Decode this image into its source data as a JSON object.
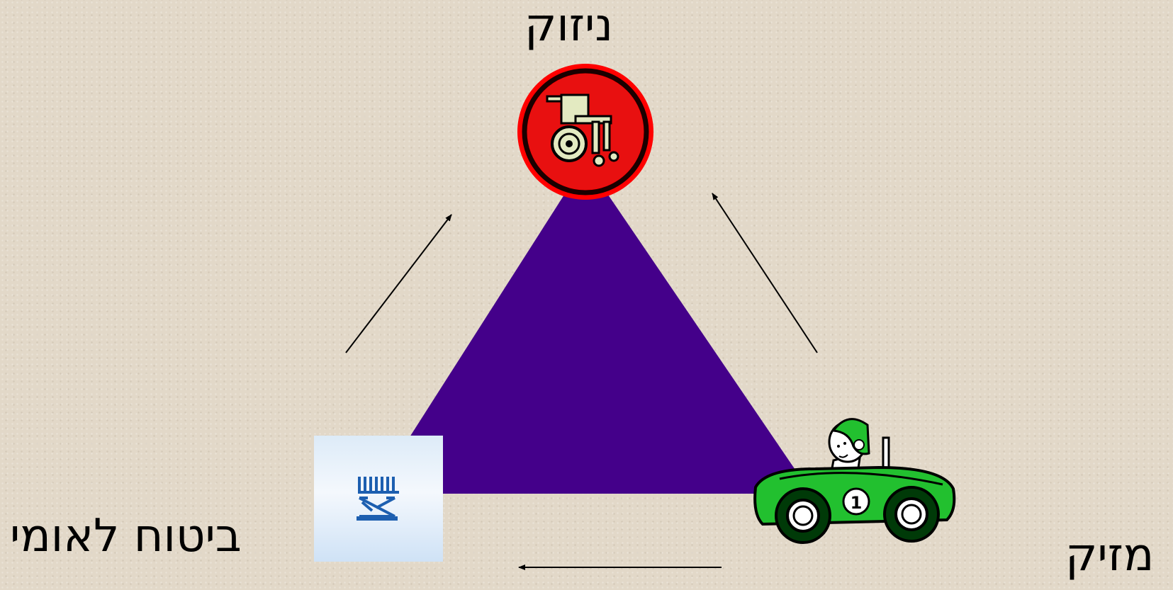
{
  "nodes": {
    "top": {
      "label": "ניזוק",
      "icon": "wheelchair-icon"
    },
    "left": {
      "label": "ביטוח לאומי",
      "icon": "national-insurance-logo"
    },
    "right": {
      "label": "מזיק",
      "icon": "race-car-icon"
    }
  },
  "colors": {
    "triangle": "#44008a",
    "badge_red": "#ff0000",
    "car_green": "#22c02f",
    "background": "#e2d8c8"
  }
}
